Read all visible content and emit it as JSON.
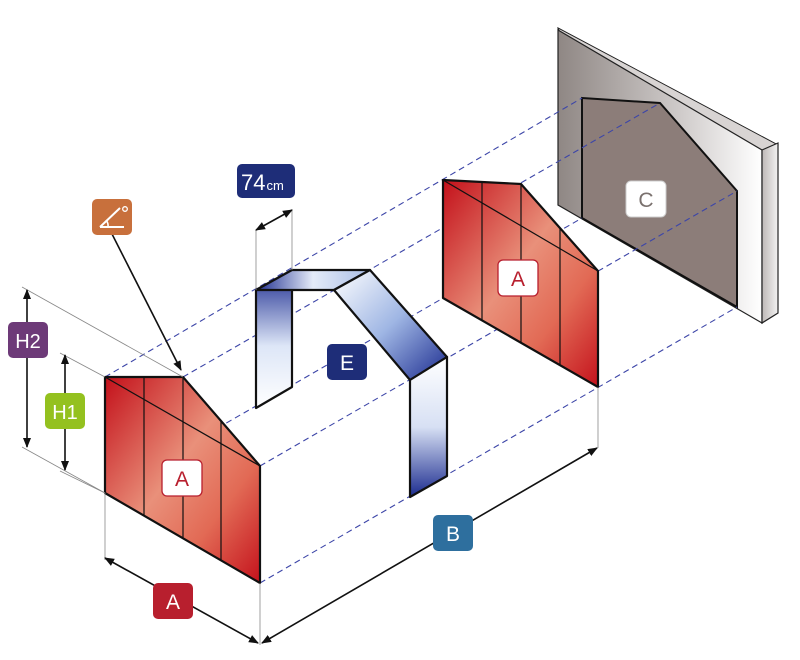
{
  "labels": {
    "side_panel_front": "A",
    "side_panel_back": "A",
    "dim_width": "A",
    "dim_length": "B",
    "wall": "C",
    "arch": "E",
    "h1": "H1",
    "h2": "H2",
    "segment_value": "74",
    "segment_unit": "cm"
  },
  "icons": {
    "roof_angle": "roof-angle-icon"
  },
  "colors": {
    "label_red": "#b81f2e",
    "label_blue": "#2e6f9e",
    "label_navy": "#1e2d78",
    "label_purple": "#6d3a78",
    "label_green": "#94c11f",
    "label_orange": "#c8703c",
    "panel_dark": "#c8141e",
    "panel_light": "#e98a72",
    "arch_blue": "#1c2a8c",
    "wall_grey": "#8a7b78"
  }
}
